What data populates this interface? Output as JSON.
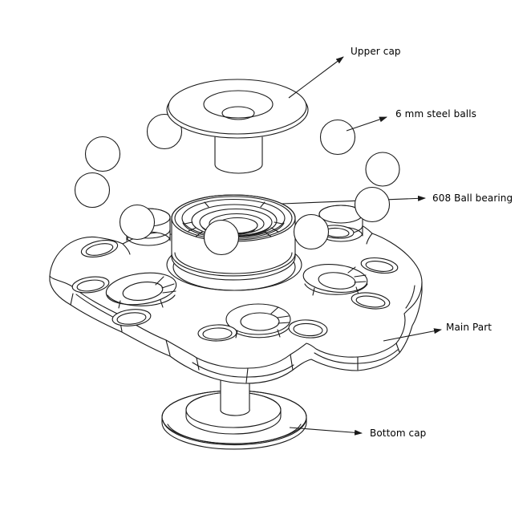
{
  "meta": {
    "description": "Exploded-view line diagram of a fidget spinner assembly"
  },
  "colors": {
    "background": "#ffffff",
    "line": "#1a1a1a",
    "text": "#000000"
  },
  "callouts": {
    "upper_cap": {
      "label": "Upper cap"
    },
    "steel_balls": {
      "label": "6 mm steel balls"
    },
    "ball_bearing": {
      "label": "608 Ball bearing"
    },
    "main_part": {
      "label": "Main Part"
    },
    "bottom_cap": {
      "label": "Bottom cap"
    }
  }
}
